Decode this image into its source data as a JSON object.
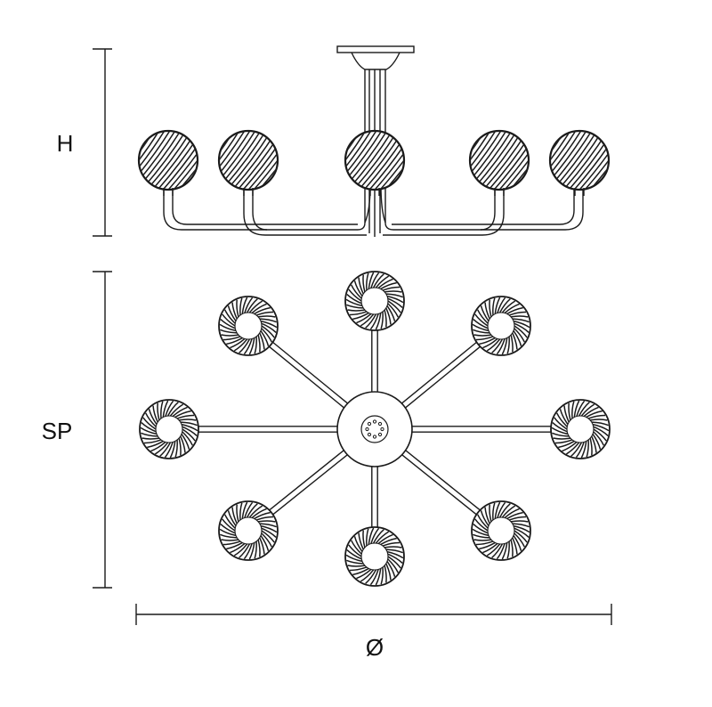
{
  "dimensions": {
    "height_label": "H",
    "spread_label": "SP",
    "diameter_label": "Ø"
  },
  "colors": {
    "ink": "#1a1a1a",
    "background": "#ffffff"
  },
  "fixture": {
    "side_view_globes": 5,
    "top_view_arms": 8
  }
}
